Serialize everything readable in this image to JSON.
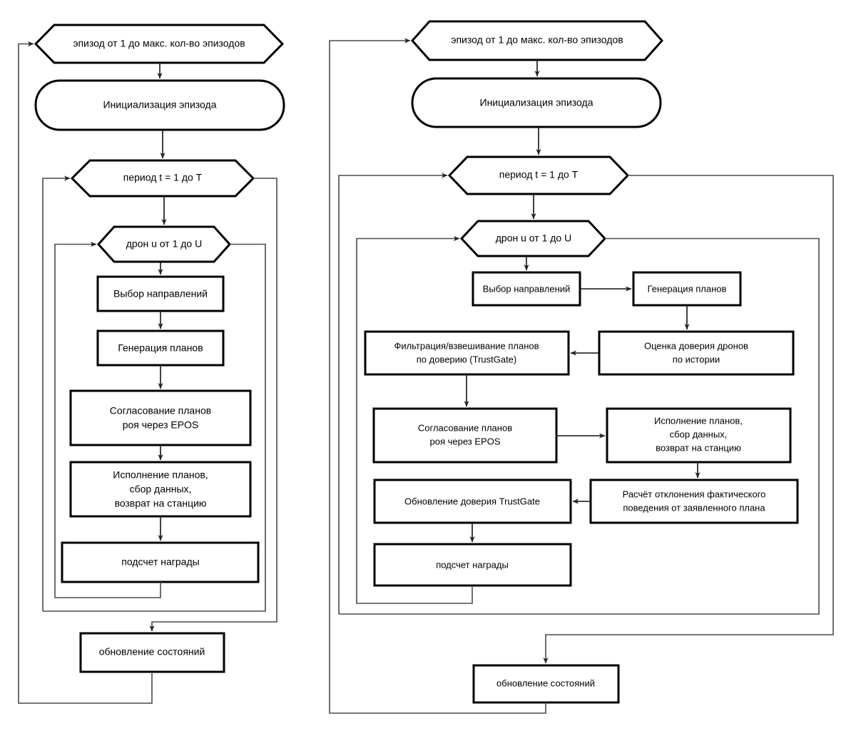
{
  "diagram": {
    "type": "flowchart",
    "title_visible": false,
    "background_color": "#ffffff",
    "stroke_color": "#000000",
    "edge_color": "#3a3a3a",
    "panels": [
      {
        "id": "left",
        "name": "baseline-algorithm-flowchart",
        "nodes": {
          "episode_loop": "эпизод от 1 до макс. кол-во эпизодов",
          "episode_init": "Инициализация эпизода",
          "period_loop": "период t = 1 до T",
          "drone_loop": "дрон u от 1 до U",
          "choose_directions": "Выбор направлений",
          "generate_plans": "Генерация планов",
          "coordinate_plans_l1": "Согласование планов",
          "coordinate_plans_l2": "роя через EPOS",
          "execute_l1": "Исполнение планов,",
          "execute_l2": "сбор данных,",
          "execute_l3": "возврат на станцию",
          "reward": "подсчет награды",
          "update_states": "обновление состояний"
        }
      },
      {
        "id": "right",
        "name": "trustgate-algorithm-flowchart",
        "nodes": {
          "episode_loop": "эпизод от 1 до макс. кол-во эпизодов",
          "episode_init": "Инициализация эпизода",
          "period_loop": "период t = 1 до T",
          "drone_loop": "дрон u от 1 до U",
          "choose_directions": "Выбор направлений",
          "generate_plans": "Генерация планов",
          "trust_estimate_l1": "Оценка доверия дронов",
          "trust_estimate_l2": "по истории",
          "trust_filter_l1": "Фильтрация/взвешивание планов",
          "trust_filter_l2": "по доверию (TrustGate)",
          "coordinate_plans_l1": "Согласование планов",
          "coordinate_plans_l2": "роя через EPOS",
          "execute_l1": "Исполнение планов,",
          "execute_l2": "сбор данных,",
          "execute_l3": "возврат на станцию",
          "deviation_l1": "Расчёт отклонения фактического",
          "deviation_l2": "поведения от заявленного плана",
          "trust_update": "Обновление доверия TrustGate",
          "reward": "подсчет награды",
          "update_states": "обновление состояний"
        }
      }
    ]
  }
}
